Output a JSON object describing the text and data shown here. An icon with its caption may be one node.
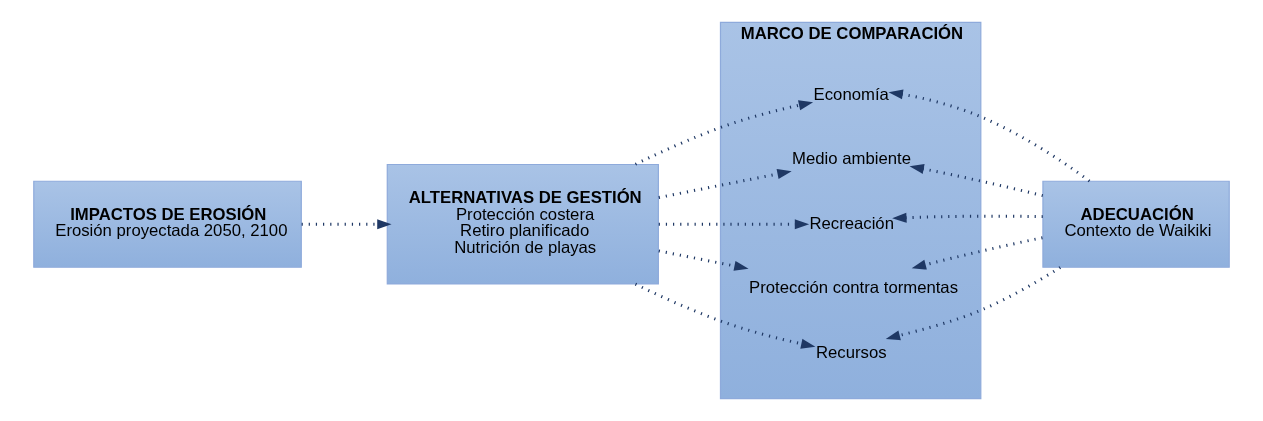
{
  "diagram": {
    "nodes": [
      {
        "text": [
          "IMPACTOS DE EROSIÓN",
          "Erosión proyectada 2050, 2100"
        ]
      },
      {
        "text": [
          "ALTERNATIVAS DE GESTIÓN",
          "Protección costera",
          "Retiro planificado",
          "Nutrición de playas"
        ]
      },
      {
        "text": [
          "MARCO DE COMPARACIÓN"
        ]
      },
      {
        "text": [
          "Economía"
        ],
        "in": 2
      },
      {
        "text": [
          "Medio ambiente"
        ],
        "in": 2
      },
      {
        "text": [
          "Recreación"
        ],
        "in": 2
      },
      {
        "text": [
          "Protección contra tormentas"
        ],
        "in": 2
      },
      {
        "text": [
          "Recursos"
        ],
        "in": 2
      },
      {
        "text": [
          "ADECUACIÓN",
          "Contexto de Waikiki"
        ]
      }
    ],
    "edges": [
      {
        "from": 0,
        "to": 1,
        "arrow": "to"
      },
      {
        "from": 1,
        "to": 3,
        "arrow": "to"
      },
      {
        "from": 1,
        "to": 4,
        "arrow": "to"
      },
      {
        "from": 1,
        "to": 5,
        "arrow": "to"
      },
      {
        "from": 1,
        "to": 6,
        "arrow": "to"
      },
      {
        "from": 1,
        "to": 7,
        "arrow": "to"
      },
      {
        "from": 8,
        "to": 3,
        "arrow": "to"
      },
      {
        "from": 8,
        "to": 4,
        "arrow": "to"
      },
      {
        "from": 8,
        "to": 5,
        "arrow": "to"
      },
      {
        "from": 8,
        "to": 6,
        "arrow": "to"
      },
      {
        "from": 8,
        "to": 7,
        "arrow": "to"
      }
    ]
  }
}
